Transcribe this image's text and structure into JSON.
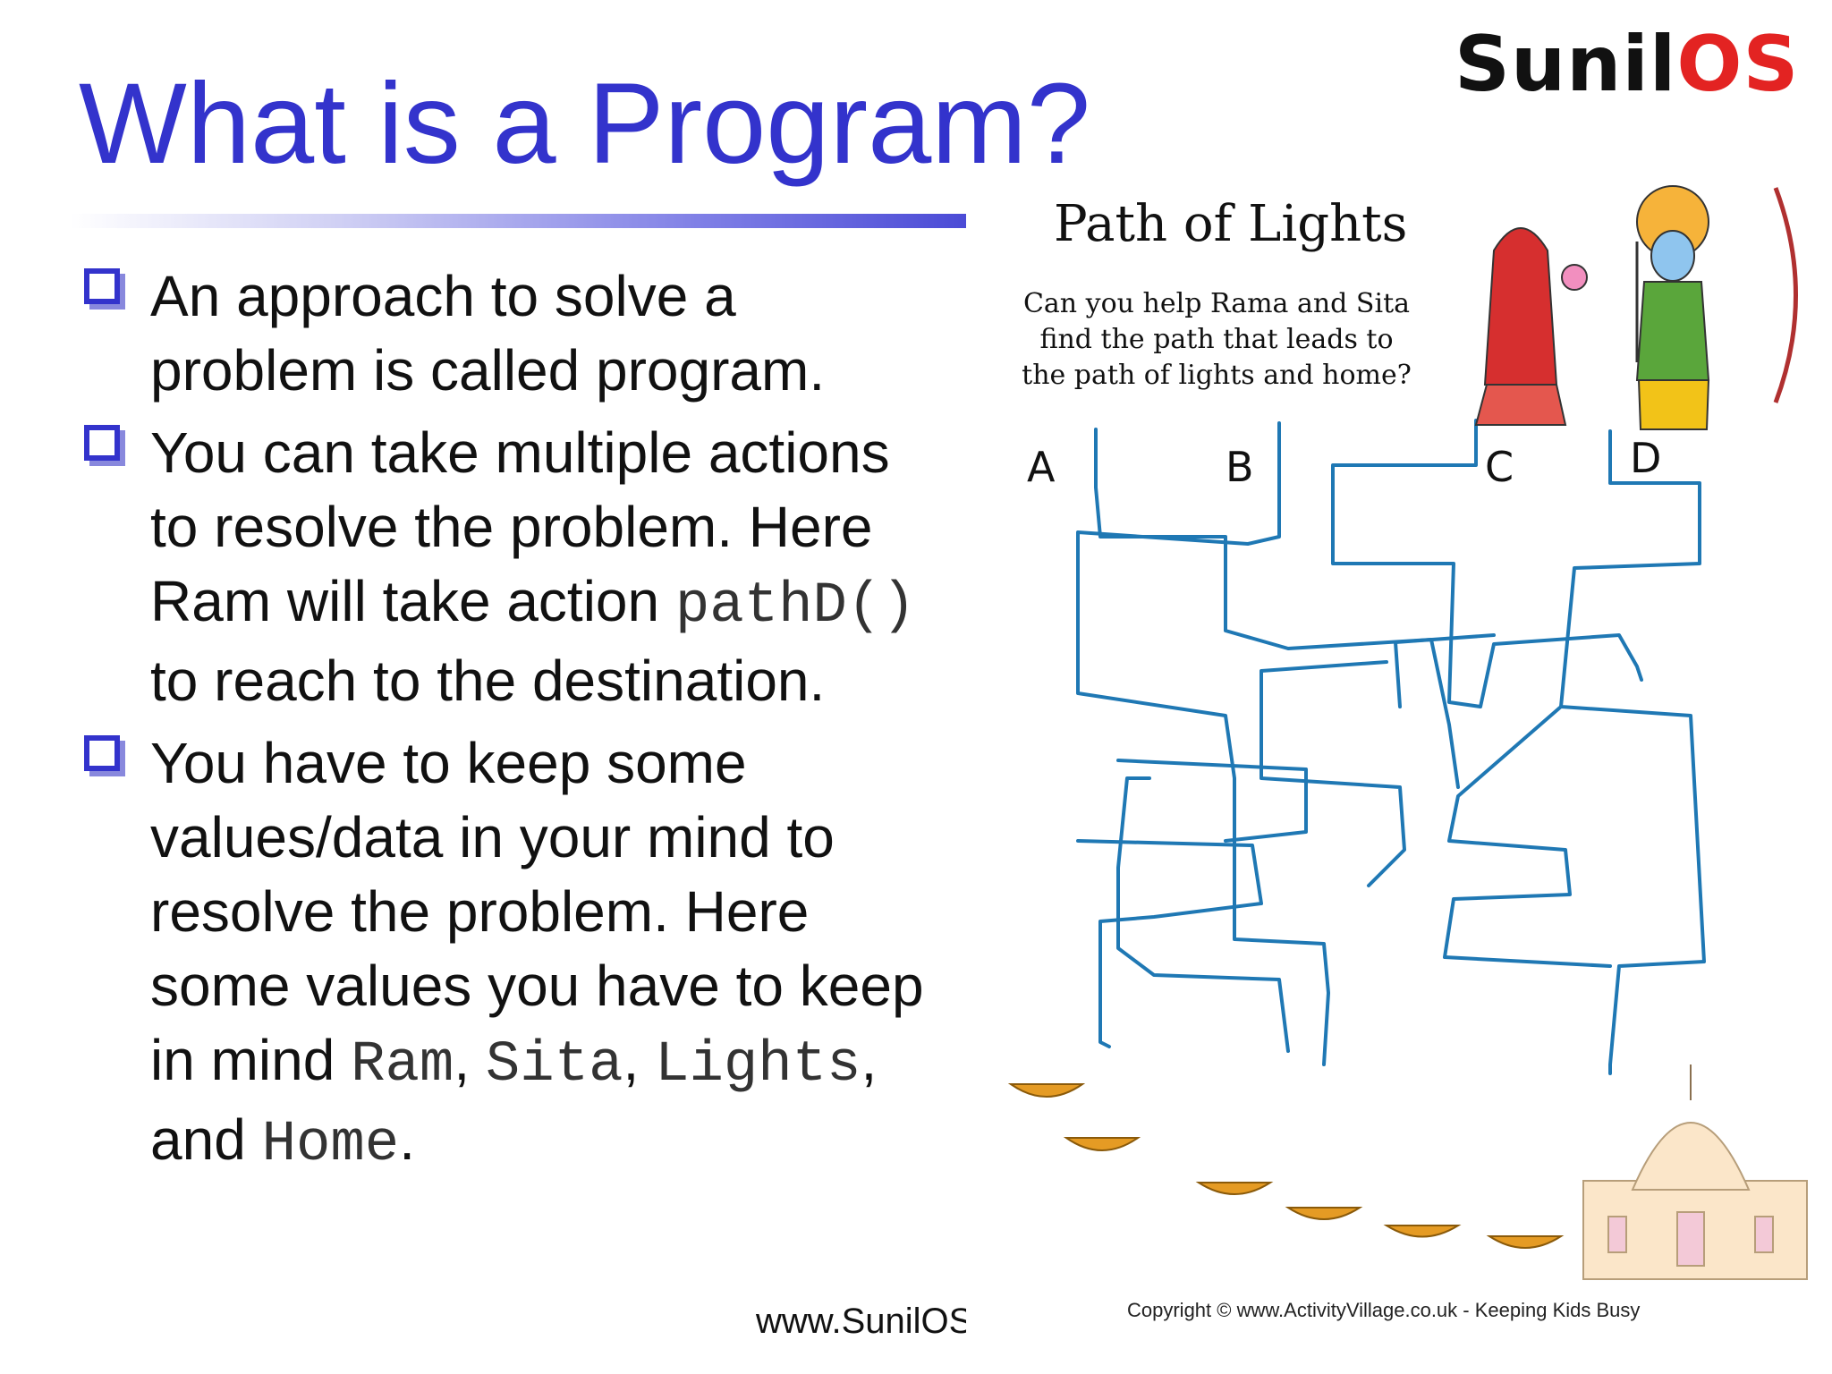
{
  "title": "What is a Program?",
  "logo": {
    "part1": "Sunil",
    "part2": "OS",
    "accent_color": "#e32322"
  },
  "colors": {
    "title": "#3333cc",
    "maze_line": "#1f78b4"
  },
  "bullets": [
    {
      "icon": "checkbox-icon",
      "text": "An approach to solve a problem is called program."
    },
    {
      "icon": "checkbox-icon",
      "text_before": "You can take multiple actions to resolve the problem. Here Ram will take action ",
      "code": "pathD()",
      "text_after": " to reach to the destination."
    },
    {
      "icon": "checkbox-icon",
      "text_before": "You have to keep some values/data in your mind to resolve the problem. Here some values you have to keep in mind ",
      "code1": "Ram",
      "sep1": ", ",
      "code2": "Sita",
      "sep2": ",",
      "code3": "Lights",
      "sep3": ", and ",
      "code4": "Home",
      "end": "."
    }
  ],
  "footer_url": "www.SunilOS",
  "maze": {
    "title": "Path of Lights",
    "question": "Can you help Rama and Sita find the path that leads to the path of lights and home?",
    "paths": [
      "A",
      "B",
      "C",
      "D"
    ],
    "copyright": "Copyright © www.ActivityVillage.co.uk - Keeping Kids Busy",
    "illustrations": [
      "sita-figure",
      "rama-figure",
      "diya-lamp",
      "palace"
    ]
  }
}
